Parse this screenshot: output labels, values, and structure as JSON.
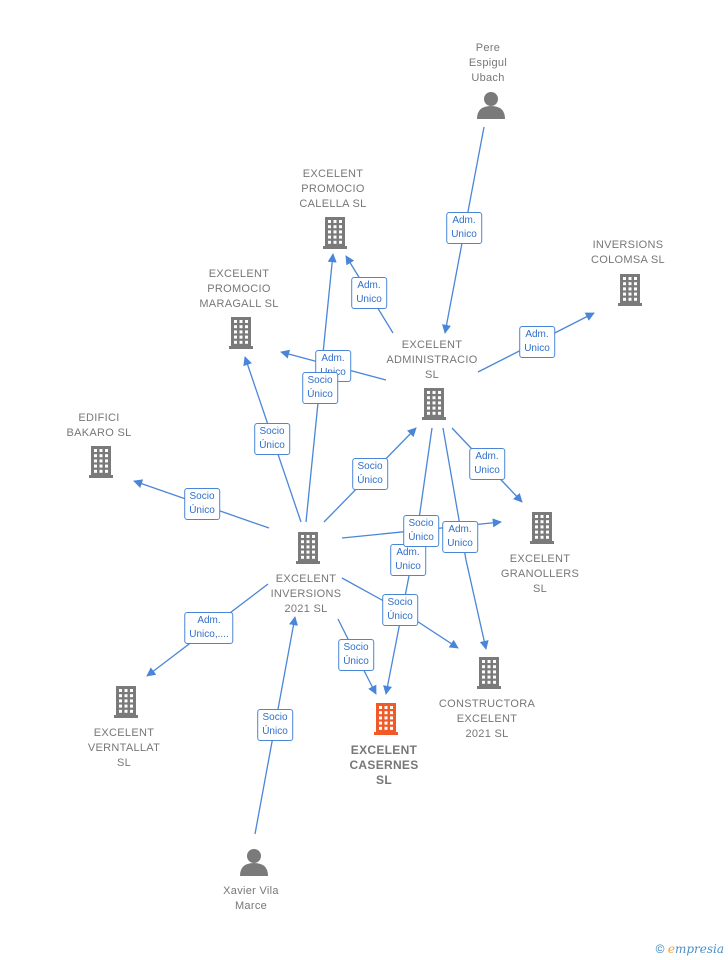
{
  "colors": {
    "edge": "#4a86d8",
    "company": "#7a7a7a",
    "focus": "#f05a28",
    "person": "#7a7a7a"
  },
  "nodes": [
    {
      "id": "pere",
      "type": "person",
      "label": "Pere\nEspigul\nUbach"
    },
    {
      "id": "calella",
      "type": "company",
      "label": "EXCELENT\nPROMOCIO\nCALELLA  SL"
    },
    {
      "id": "colomsa",
      "type": "company",
      "label": "INVERSIONS\nCOLOMSA  SL"
    },
    {
      "id": "maragall",
      "type": "company",
      "label": "EXCELENT\nPROMOCIO\nMARAGALL  SL"
    },
    {
      "id": "admin",
      "type": "company",
      "label": "EXCELENT\nADMINISTRACIO\nSL"
    },
    {
      "id": "bakaro",
      "type": "company",
      "label": "EDIFICI\nBAKARO  SL"
    },
    {
      "id": "granollers",
      "type": "company",
      "label": "EXCELENT\nGRANOLLERS\nSL"
    },
    {
      "id": "inversions",
      "type": "company",
      "label": "EXCELENT\nINVERSIONS\n2021  SL"
    },
    {
      "id": "constructora",
      "type": "company",
      "label": "CONSTRUCTORA\nEXCELENT\n2021  SL"
    },
    {
      "id": "verntallat",
      "type": "company",
      "label": "EXCELENT\nVERNTALLAT\nSL"
    },
    {
      "id": "casernes",
      "type": "focus",
      "label": "EXCELENT\nCASERNES\nSL"
    },
    {
      "id": "xavier",
      "type": "person",
      "label": "Xavier Vila\nMarce"
    }
  ],
  "edges": [
    {
      "label": "Adm.\nUnico"
    },
    {
      "label": "Adm.\nUnico"
    },
    {
      "label": "Adm.\nUnico"
    },
    {
      "label": "Adm.\nUnico"
    },
    {
      "label": "Socio\nÚnico"
    },
    {
      "label": "Socio\nÚnico"
    },
    {
      "label": "Socio\nÚnico"
    },
    {
      "label": "Adm.\nUnico"
    },
    {
      "label": "Socio\nÚnico"
    },
    {
      "label": "Adm.\nUnico"
    },
    {
      "label": "Socio\nÚnico"
    },
    {
      "label": "Adm.\nUnico"
    },
    {
      "label": "Socio\nÚnico"
    },
    {
      "label": "Socio\nÚnico"
    },
    {
      "label": "Adm.\nUnico,...."
    },
    {
      "label": "Socio\nÚnico"
    }
  ],
  "footer": {
    "copyright": "©",
    "brand_e": "e",
    "brand_rest": "mpresia"
  }
}
